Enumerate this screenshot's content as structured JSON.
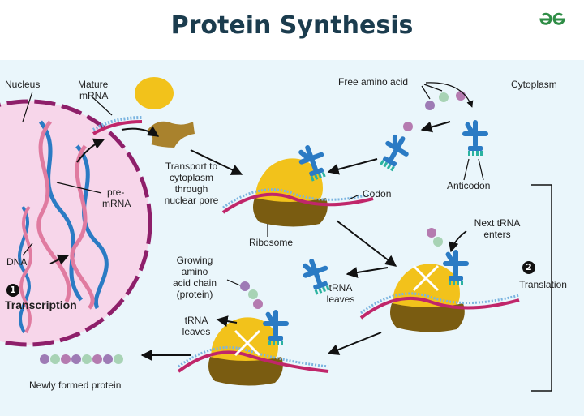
{
  "title": "Protein Synthesis",
  "logo": {
    "icon": "gfg-logo-icon",
    "color": "#2f8d46"
  },
  "colors": {
    "nucleus": "#f7d6ea",
    "nucleus_border": "#8e1f6a",
    "ribosome_large": "#f2c21b",
    "ribosome_small": "#7a5c11",
    "trna": "#2b7bc4",
    "mrna": "#c0266a",
    "panel": "#eaf6fb"
  },
  "labels": {
    "nucleus": "Nucleus",
    "mature_mrna_1": "Mature",
    "mature_mrna_2": "mRNA",
    "dna": "DNA",
    "pre_mrna_1": "pre-",
    "pre_mrna_2": "mRNA",
    "step1_number": "1",
    "transcription": "Transcription",
    "transport_1": "Transport to",
    "transport_2": "cytoplasm",
    "transport_3": "through",
    "transport_4": "nuclear pore",
    "free_amino_acid": "Free amino acid",
    "cytoplasm": "Cytoplasm",
    "anticodon": "Anticodon",
    "codon": "Codon",
    "ribosome": "Ribosome",
    "next_trna_1": "Next tRNA",
    "next_trna_2": "enters",
    "step2_number": "2",
    "translation": "Translation",
    "growing_1": "Growing",
    "growing_2": "amino",
    "growing_3": "acid chain",
    "growing_4": "(protein)",
    "trna_leaves_a1": "tRNA",
    "trna_leaves_a2": "leaves",
    "trna_leaves_b1": "tRNA",
    "trna_leaves_b2": "leaves",
    "newly_formed": "Newly formed protein"
  }
}
